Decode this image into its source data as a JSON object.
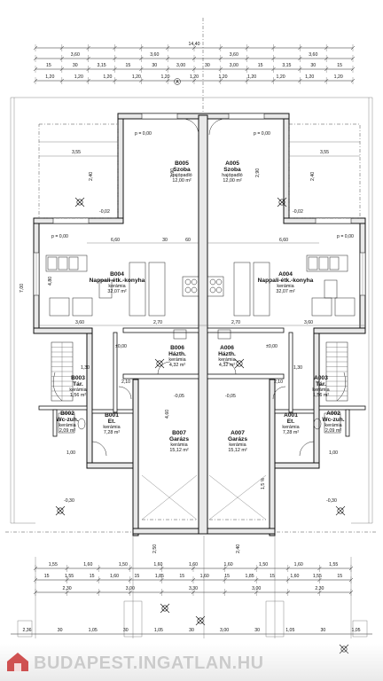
{
  "axis_label": "A",
  "dimensions": {
    "overall_width": "14,40",
    "top_row1": [
      "3,60",
      "3,60",
      "3,60",
      "3,60"
    ],
    "top_row2": [
      "15",
      "30",
      "3,15",
      "15",
      "30",
      "3,00",
      "30",
      "3,00",
      "15",
      "3,15",
      "30",
      "15"
    ],
    "top_row3": [
      "1,20",
      "1,20",
      "1,20",
      "1,20",
      "1,20",
      "1,20",
      "1,20",
      "1,20",
      "1,20",
      "1,20",
      "1,20"
    ],
    "bottom_row1": [
      "1,55",
      "1,60",
      "1,50",
      "1,60",
      "1,60",
      "1,60",
      "1,50",
      "1,60",
      "1,55"
    ],
    "bottom_row2": [
      "15",
      "1,55",
      "15",
      "1,60",
      "15",
      "1,85",
      "15",
      "1,60",
      "15",
      "1,85",
      "15",
      "1,60",
      "1,55",
      "15"
    ],
    "bottom_row3": [
      "2,30",
      "3,00",
      "3,30",
      "3,00",
      "2,30"
    ],
    "bottom_row4": [
      "2,36",
      "30",
      "1,05",
      "30",
      "1,05",
      "30",
      "3,00",
      "30",
      "1,05",
      "30",
      "1,05"
    ],
    "interior": {
      "d355_left": "3,55",
      "d355_right": "3,55",
      "d660_left": "6,60",
      "d660_right": "6,60",
      "d360_left": "3,60",
      "d270_a": "2,70",
      "d270_b": "2,70",
      "d360_right": "3,60",
      "d210_left": "2,10",
      "d210_right": "2,10",
      "d240_left": "2,40",
      "d240_right": "2,40",
      "d100_left": "1,00",
      "d100_right": "1,00",
      "d130_left": "1,30",
      "d130_right": "1,30",
      "d030": "30",
      "d060": "60",
      "d460": "4,60",
      "d250": "2,50",
      "d240_v": "2,40",
      "d290_left": "2,90",
      "d290_right": "2,90",
      "d700_left": "7,00",
      "d480": "4,80"
    }
  },
  "levels": {
    "p0": "p = 0,00",
    "pm002": "-0,02",
    "pm030": "-0,30",
    "pm005": "-0,05",
    "pp000": "±0,00"
  },
  "rooms": [
    {
      "code": "B005",
      "name": "Szoba",
      "finish": "hajópadló",
      "area": "12,00 m²"
    },
    {
      "code": "A005",
      "name": "Szoba",
      "finish": "hajópadló",
      "area": "12,00 m²"
    },
    {
      "code": "B004",
      "name": "Nappali-étk.-konyha",
      "finish": "kerámia",
      "area": "32,07 m²"
    },
    {
      "code": "A004",
      "name": "Nappali-étk.-konyha",
      "finish": "kerámia",
      "area": "32,07 m²"
    },
    {
      "code": "B006",
      "name": "Házth.",
      "finish": "kerámia",
      "area": "4,32 m²"
    },
    {
      "code": "A006",
      "name": "Házth.",
      "finish": "kerámia",
      "area": "4,32 m²"
    },
    {
      "code": "B003",
      "name": "Tár.",
      "finish": "kerámia",
      "area": "1,56 m²"
    },
    {
      "code": "A003",
      "name": "Tár.",
      "finish": "kerámia",
      "area": "1,56 m²"
    },
    {
      "code": "B002",
      "name": "Wc-zuh.",
      "finish": "kerámia",
      "area": "2,09 m²"
    },
    {
      "code": "A002",
      "name": "Wc-zuh.",
      "finish": "kerámia",
      "area": "2,09 m²"
    },
    {
      "code": "B001",
      "name": "Et.",
      "finish": "kerámia",
      "area": "7,28 m²"
    },
    {
      "code": "A001",
      "name": "Et.",
      "finish": "kerámia",
      "area": "7,28 m²"
    },
    {
      "code": "B007",
      "name": "Garázs",
      "finish": "kerámia",
      "area": "15,12 m²"
    },
    {
      "code": "A007",
      "name": "Garázs",
      "finish": "kerámia",
      "area": "15,12 m²"
    }
  ],
  "slope_label": "1,5 %",
  "watermark": {
    "text": "BUDAPEST.INGATLAN.HU",
    "accent": "#b4b4b4"
  }
}
